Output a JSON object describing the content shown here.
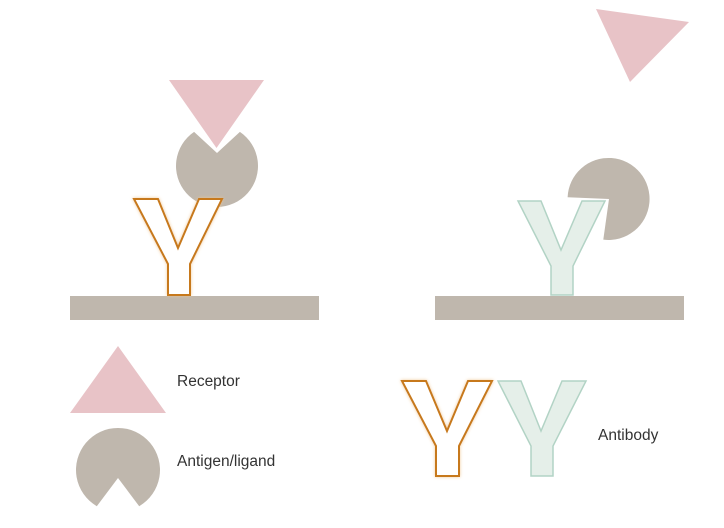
{
  "legend": {
    "receptor_label": "Receptor",
    "antigen_label": "Antigen/ligand",
    "antibody_label": "Antibody"
  },
  "icons": {
    "receptor": "pink-triangle-icon",
    "antigen": "pacman-circle-icon",
    "antibody": "y-shape-icon"
  },
  "colors": {
    "receptor_pink": "#e8c3c7",
    "antigen_gray": "#bfb7ad",
    "surface_gray": "#bfb7ad",
    "antibody_bound_outline": "#c7791e",
    "antibody_unbound_fill": "#e5efe9",
    "antibody_unbound_outline": "#b2d3c5",
    "label_text": "#333333"
  }
}
